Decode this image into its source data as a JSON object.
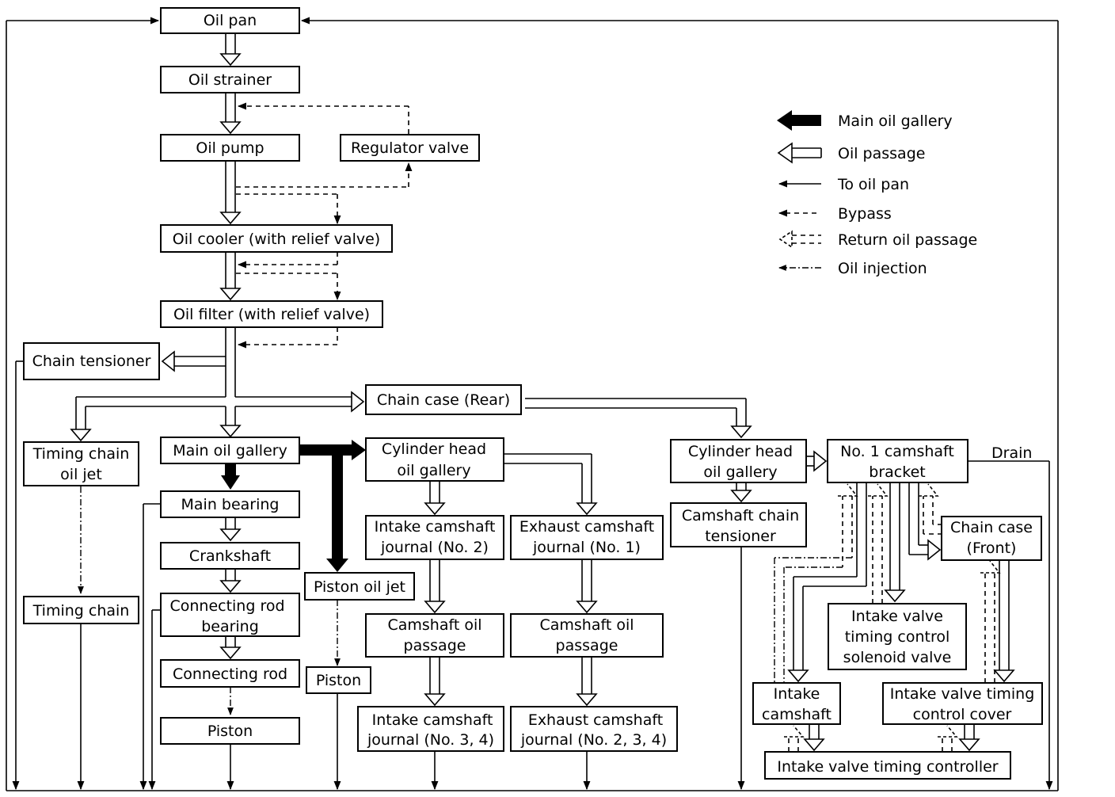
{
  "boxes": {
    "oil_pan": "Oil pan",
    "oil_strainer": "Oil strainer",
    "oil_pump": "Oil pump",
    "regulator_valve": "Regulator valve",
    "oil_cooler": "Oil cooler (with relief valve)",
    "oil_filter": "Oil filter (with relief valve)",
    "chain_tensioner": "Chain tensioner",
    "chain_case_rear": "Chain case (Rear)",
    "timing_chain_oil_jet": [
      "Timing chain",
      "oil jet"
    ],
    "main_oil_gallery": "Main oil gallery",
    "main_bearing": "Main bearing",
    "crankshaft": "Crankshaft",
    "connecting_rod_bearing": [
      "Connecting rod",
      "bearing"
    ],
    "connecting_rod": "Connecting rod",
    "piston_1": "Piston",
    "timing_chain": "Timing chain",
    "piston_oil_jet": "Piston oil jet",
    "piston_2": "Piston",
    "cyl_head_gallery_1": [
      "Cylinder head",
      "oil gallery"
    ],
    "intake_camshaft_journal_no2": [
      "Intake camshaft",
      "journal (No. 2)"
    ],
    "exhaust_camshaft_journal_no1": [
      "Exhaust camshaft",
      "journal (No. 1)"
    ],
    "camshaft_oil_passage_1": [
      "Camshaft oil",
      "passage"
    ],
    "camshaft_oil_passage_2": [
      "Camshaft oil",
      "passage"
    ],
    "intake_camshaft_journal_no34": [
      "Intake camshaft",
      "journal (No. 3, 4)"
    ],
    "exhaust_camshaft_journal_no234": [
      "Exhaust camshaft",
      "journal (No. 2, 3, 4)"
    ],
    "cyl_head_gallery_2": [
      "Cylinder head",
      "oil gallery"
    ],
    "camshaft_chain_tensioner": [
      "Camshaft chain",
      "tensioner"
    ],
    "no1_camshaft_bracket": [
      "No. 1 camshaft",
      "bracket"
    ],
    "chain_case_front": [
      "Chain case",
      "(Front)"
    ],
    "ivtc_solenoid_valve": [
      "Intake valve",
      "timing control",
      "solenoid valve"
    ],
    "intake_camshaft": [
      "Intake",
      "camshaft"
    ],
    "ivtc_cover": [
      "Intake valve timing",
      "control cover"
    ],
    "ivt_controller": "Intake valve timing controller"
  },
  "drain_label": "Drain",
  "legend": [
    {
      "label": "Main oil gallery",
      "style": "main-gallery"
    },
    {
      "label": "Oil passage",
      "style": "oil-passage"
    },
    {
      "label": "To oil pan",
      "style": "to-oil-pan"
    },
    {
      "label": "Bypass",
      "style": "bypass"
    },
    {
      "label": "Return oil passage",
      "style": "return-passage"
    },
    {
      "label": "Oil injection",
      "style": "oil-injection"
    }
  ]
}
